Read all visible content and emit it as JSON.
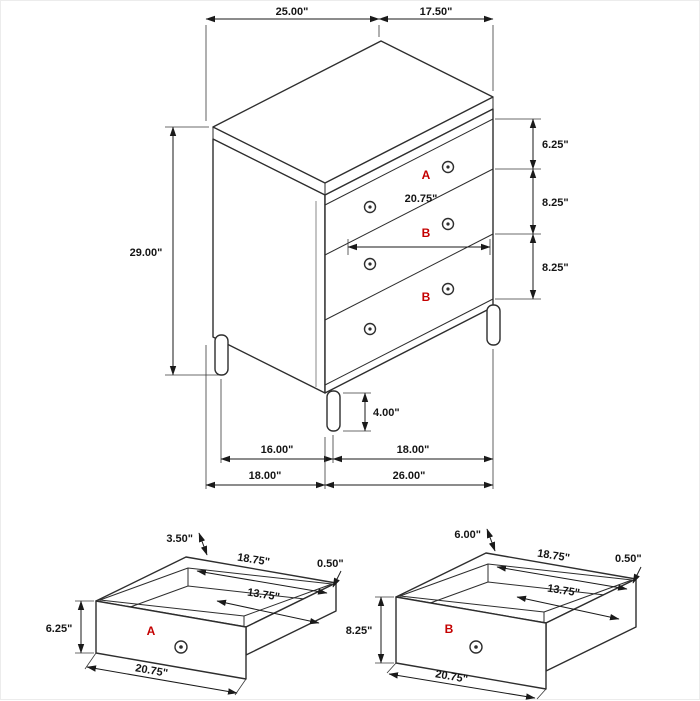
{
  "colors": {
    "line": "#2e2e2e",
    "dim_text": "#151515",
    "red": "#c40000"
  },
  "chest": {
    "dim_top_width": "25.00\"",
    "dim_top_depth": "17.50\"",
    "dim_height": "29.00\"",
    "dim_drawer_a": "6.25\"",
    "dim_drawer_b1": "8.25\"",
    "dim_drawer_b2": "8.25\"",
    "dim_front_width": "20.75\"",
    "dim_leg_height": "4.00\"",
    "dim_leg_span_left": "16.00\"",
    "dim_leg_span_right": "18.00\"",
    "dim_base_depth": "18.00\"",
    "dim_base_width": "26.00\"",
    "label_drawer_a": "A",
    "label_drawer_b1": "B",
    "label_drawer_b2": "B"
  },
  "drawer_a": {
    "label": "A",
    "dim_back_height": "3.50\"",
    "dim_inner_length": "18.75\"",
    "dim_wall_thickness": "0.50\"",
    "dim_front_height": "6.25\"",
    "dim_inner_width": "13.75\"",
    "dim_outer_width": "20.75\""
  },
  "drawer_b": {
    "label": "B",
    "dim_back_height": "6.00\"",
    "dim_inner_length": "18.75\"",
    "dim_wall_thickness": "0.50\"",
    "dim_front_height": "8.25\"",
    "dim_inner_width": "13.75\"",
    "dim_outer_width": "20.75\""
  }
}
